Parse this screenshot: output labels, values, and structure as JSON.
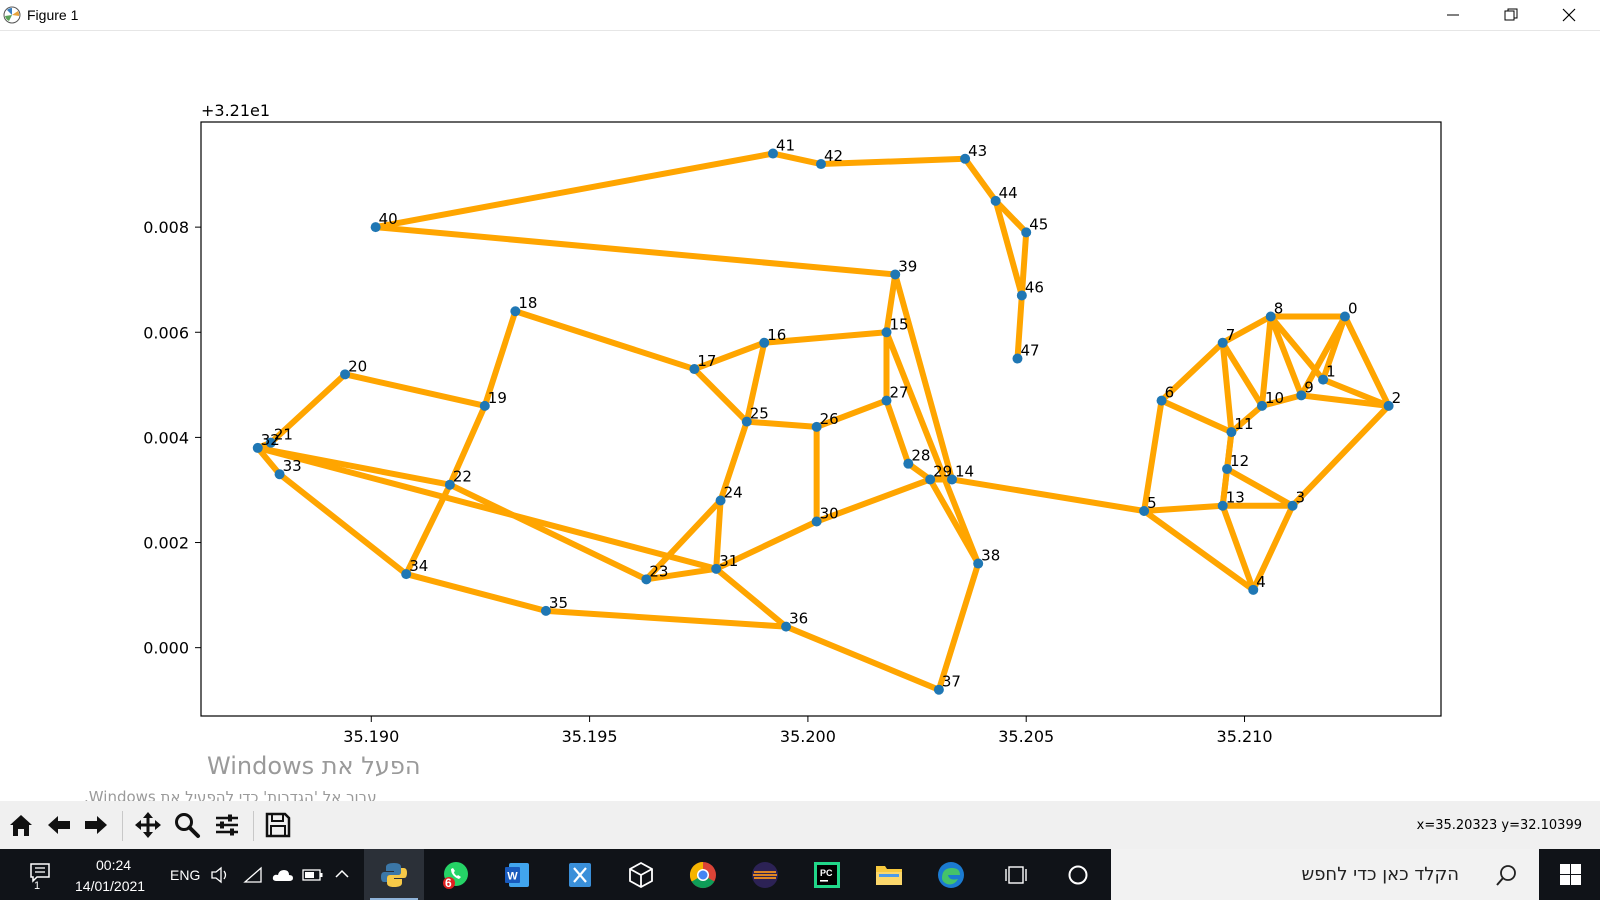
{
  "window": {
    "title": "Figure 1",
    "controls": [
      "minimize",
      "maximize",
      "close"
    ]
  },
  "chart_data": {
    "type": "line",
    "title": "",
    "offset_label": "+3.21e1",
    "x_ticks": [
      "35.190",
      "35.195",
      "35.200",
      "35.205",
      "35.210"
    ],
    "x_tick_values": [
      35.19,
      35.195,
      35.2,
      35.205,
      35.21
    ],
    "y_ticks": [
      "0.000",
      "0.002",
      "0.004",
      "0.006",
      "0.008"
    ],
    "y_tick_values": [
      0.0,
      0.002,
      0.004,
      0.006,
      0.008
    ],
    "xlim": [
      35.1861,
      35.2145
    ],
    "ylim": [
      -0.0013,
      0.01
    ],
    "node_color": "#1f77b4",
    "edge_color": "#FFA500",
    "nodes": [
      {
        "id": "0",
        "x": 35.2123,
        "y": 0.0063
      },
      {
        "id": "1",
        "x": 35.2118,
        "y": 0.0051
      },
      {
        "id": "2",
        "x": 35.2133,
        "y": 0.0046
      },
      {
        "id": "3",
        "x": 35.2111,
        "y": 0.0027
      },
      {
        "id": "4",
        "x": 35.2102,
        "y": 0.0011
      },
      {
        "id": "5",
        "x": 35.2077,
        "y": 0.0026
      },
      {
        "id": "6",
        "x": 35.2081,
        "y": 0.0047
      },
      {
        "id": "7",
        "x": 35.2095,
        "y": 0.0058
      },
      {
        "id": "8",
        "x": 35.2106,
        "y": 0.0063
      },
      {
        "id": "9",
        "x": 35.2113,
        "y": 0.0048
      },
      {
        "id": "10",
        "x": 35.2104,
        "y": 0.0046
      },
      {
        "id": "11",
        "x": 35.2097,
        "y": 0.0041
      },
      {
        "id": "12",
        "x": 35.2096,
        "y": 0.0034
      },
      {
        "id": "13",
        "x": 35.2095,
        "y": 0.0027
      },
      {
        "id": "14",
        "x": 35.2033,
        "y": 0.0032
      },
      {
        "id": "15",
        "x": 35.2018,
        "y": 0.006
      },
      {
        "id": "16",
        "x": 35.199,
        "y": 0.0058
      },
      {
        "id": "17",
        "x": 35.1974,
        "y": 0.0053
      },
      {
        "id": "18",
        "x": 35.1933,
        "y": 0.0064
      },
      {
        "id": "19",
        "x": 35.1926,
        "y": 0.0046
      },
      {
        "id": "20",
        "x": 35.1894,
        "y": 0.0052
      },
      {
        "id": "21",
        "x": 35.1877,
        "y": 0.0039
      },
      {
        "id": "22",
        "x": 35.1918,
        "y": 0.0031
      },
      {
        "id": "23",
        "x": 35.1963,
        "y": 0.0013
      },
      {
        "id": "24",
        "x": 35.198,
        "y": 0.0028
      },
      {
        "id": "25",
        "x": 35.1986,
        "y": 0.0043
      },
      {
        "id": "26",
        "x": 35.2002,
        "y": 0.0042
      },
      {
        "id": "27",
        "x": 35.2018,
        "y": 0.0047
      },
      {
        "id": "28",
        "x": 35.2023,
        "y": 0.0035
      },
      {
        "id": "29",
        "x": 35.2028,
        "y": 0.0032
      },
      {
        "id": "30",
        "x": 35.2002,
        "y": 0.0024
      },
      {
        "id": "31",
        "x": 35.1979,
        "y": 0.0015
      },
      {
        "id": "32",
        "x": 35.1874,
        "y": 0.0038
      },
      {
        "id": "33",
        "x": 35.1879,
        "y": 0.0033
      },
      {
        "id": "34",
        "x": 35.1908,
        "y": 0.0014
      },
      {
        "id": "35",
        "x": 35.194,
        "y": 0.0007
      },
      {
        "id": "36",
        "x": 35.1995,
        "y": 0.0004
      },
      {
        "id": "37",
        "x": 35.203,
        "y": -0.0008
      },
      {
        "id": "38",
        "x": 35.2039,
        "y": 0.0016
      },
      {
        "id": "39",
        "x": 35.202,
        "y": 0.0071
      },
      {
        "id": "40",
        "x": 35.1901,
        "y": 0.008
      },
      {
        "id": "41",
        "x": 35.1992,
        "y": 0.0094
      },
      {
        "id": "42",
        "x": 35.2003,
        "y": 0.0092
      },
      {
        "id": "43",
        "x": 35.2036,
        "y": 0.0093
      },
      {
        "id": "44",
        "x": 35.2043,
        "y": 0.0085
      },
      {
        "id": "45",
        "x": 35.205,
        "y": 0.0079
      },
      {
        "id": "46",
        "x": 35.2049,
        "y": 0.0067
      },
      {
        "id": "47",
        "x": 35.2048,
        "y": 0.0055
      }
    ],
    "edges": [
      [
        "40",
        "41"
      ],
      [
        "41",
        "42"
      ],
      [
        "42",
        "43"
      ],
      [
        "43",
        "44"
      ],
      [
        "44",
        "45"
      ],
      [
        "45",
        "46"
      ],
      [
        "44",
        "46"
      ],
      [
        "46",
        "47"
      ],
      [
        "40",
        "39"
      ],
      [
        "39",
        "15"
      ],
      [
        "39",
        "14"
      ],
      [
        "15",
        "16"
      ],
      [
        "15",
        "27"
      ],
      [
        "15",
        "38"
      ],
      [
        "16",
        "17"
      ],
      [
        "16",
        "25"
      ],
      [
        "17",
        "18"
      ],
      [
        "17",
        "25"
      ],
      [
        "18",
        "19"
      ],
      [
        "19",
        "20"
      ],
      [
        "19",
        "22"
      ],
      [
        "20",
        "21"
      ],
      [
        "21",
        "32"
      ],
      [
        "32",
        "33"
      ],
      [
        "32",
        "22"
      ],
      [
        "32",
        "31"
      ],
      [
        "33",
        "34"
      ],
      [
        "22",
        "23"
      ],
      [
        "22",
        "34"
      ],
      [
        "34",
        "35"
      ],
      [
        "35",
        "36"
      ],
      [
        "36",
        "37"
      ],
      [
        "36",
        "31"
      ],
      [
        "31",
        "23"
      ],
      [
        "31",
        "24"
      ],
      [
        "31",
        "30"
      ],
      [
        "23",
        "24"
      ],
      [
        "24",
        "25"
      ],
      [
        "25",
        "26"
      ],
      [
        "26",
        "27"
      ],
      [
        "26",
        "30"
      ],
      [
        "30",
        "29"
      ],
      [
        "27",
        "28"
      ],
      [
        "28",
        "29"
      ],
      [
        "29",
        "38"
      ],
      [
        "29",
        "14"
      ],
      [
        "14",
        "5"
      ],
      [
        "37",
        "38"
      ],
      [
        "5",
        "6"
      ],
      [
        "5",
        "13"
      ],
      [
        "5",
        "4"
      ],
      [
        "6",
        "7"
      ],
      [
        "6",
        "11"
      ],
      [
        "7",
        "8"
      ],
      [
        "7",
        "10"
      ],
      [
        "7",
        "11"
      ],
      [
        "8",
        "0"
      ],
      [
        "8",
        "10"
      ],
      [
        "8",
        "9"
      ],
      [
        "8",
        "1"
      ],
      [
        "0",
        "1"
      ],
      [
        "0",
        "2"
      ],
      [
        "0",
        "9"
      ],
      [
        "1",
        "2"
      ],
      [
        "9",
        "2"
      ],
      [
        "9",
        "10"
      ],
      [
        "10",
        "11"
      ],
      [
        "11",
        "12"
      ],
      [
        "12",
        "13"
      ],
      [
        "12",
        "3"
      ],
      [
        "13",
        "3"
      ],
      [
        "13",
        "4"
      ],
      [
        "3",
        "4"
      ],
      [
        "3",
        "2"
      ],
      [
        "13",
        "11"
      ]
    ]
  },
  "watermark": {
    "title": "הפעל את Windows",
    "subtitle": "עבור אל 'הגדרות' כדי להפעיל את Windows."
  },
  "toolbar": {
    "buttons": [
      "home-icon",
      "back-icon",
      "forward-icon",
      "pan-icon",
      "zoom-icon",
      "configure-icon",
      "save-icon"
    ],
    "coords": "x=35.20323 y=32.10399"
  },
  "taskbar": {
    "time": "00:24",
    "date": "14/01/2021",
    "language": "ENG",
    "notification_badge": "1",
    "whatsapp_badge": "6",
    "search_placeholder": "הקלד כאן כדי לחפש"
  }
}
